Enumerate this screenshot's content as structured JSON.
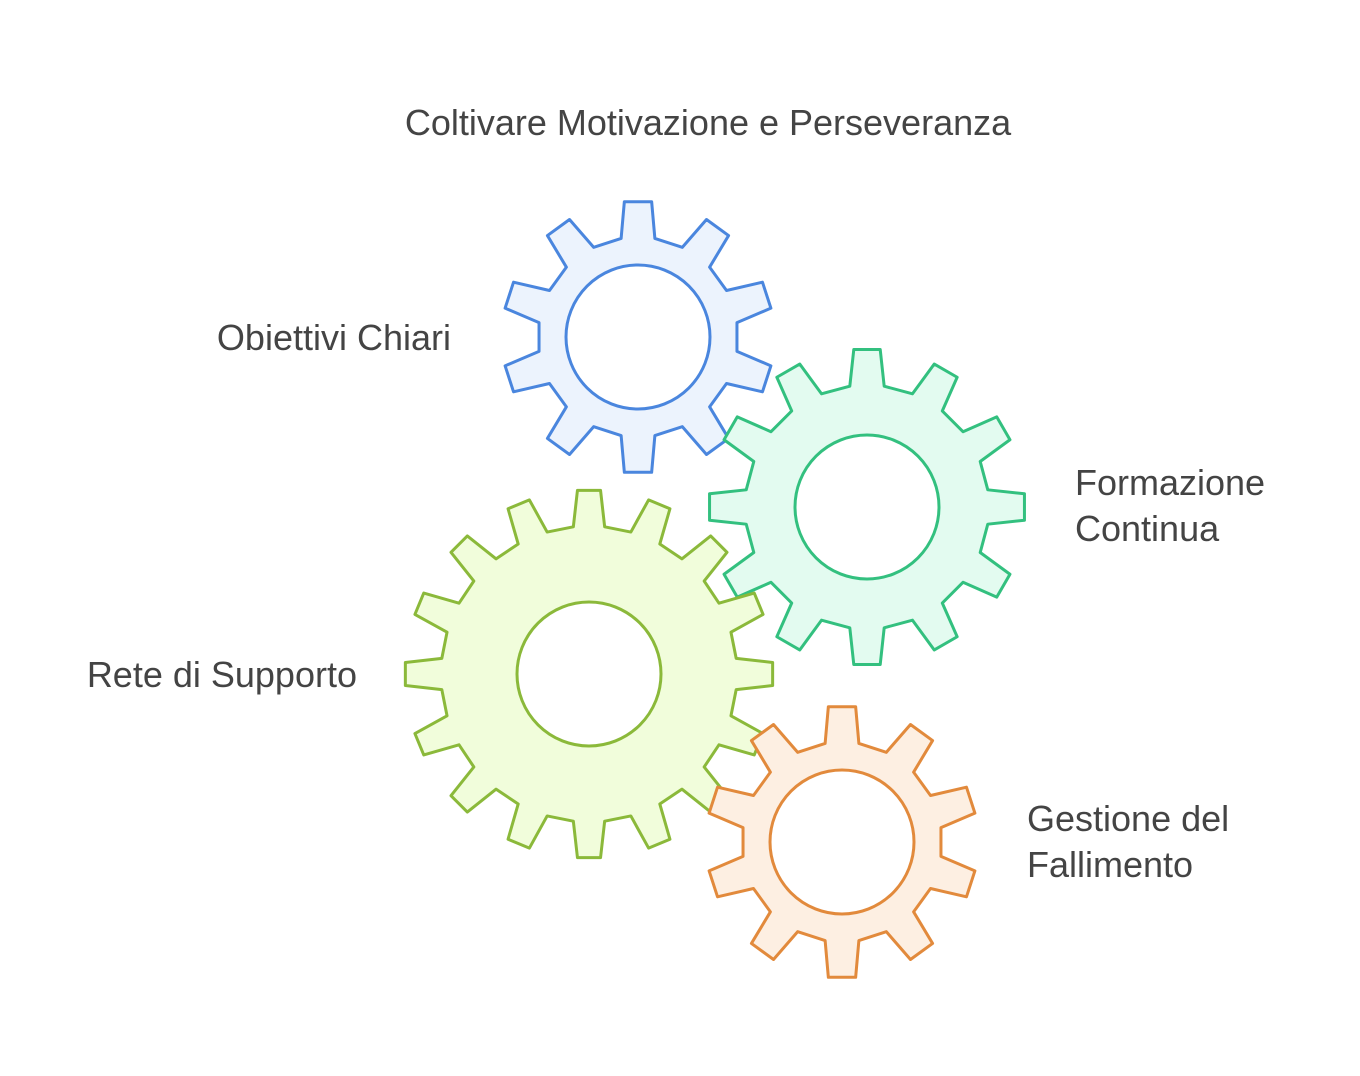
{
  "title": "Coltivare Motivazione e Perseveranza",
  "gears": [
    {
      "id": "goals",
      "lines": [
        "Obiettivi Chiari"
      ],
      "stroke": "#4A86DE",
      "fill": "#ECF3FD"
    },
    {
      "id": "training",
      "lines": [
        "Formazione",
        "Continua"
      ],
      "stroke": "#33C07F",
      "fill": "#E3FBF0"
    },
    {
      "id": "network",
      "lines": [
        "Rete di Supporto"
      ],
      "stroke": "#8BB93A",
      "fill": "#F1FDDB"
    },
    {
      "id": "failure",
      "lines": [
        "Gestione del",
        "Fallimento"
      ],
      "stroke": "#E28A3C",
      "fill": "#FDEFE2"
    }
  ]
}
